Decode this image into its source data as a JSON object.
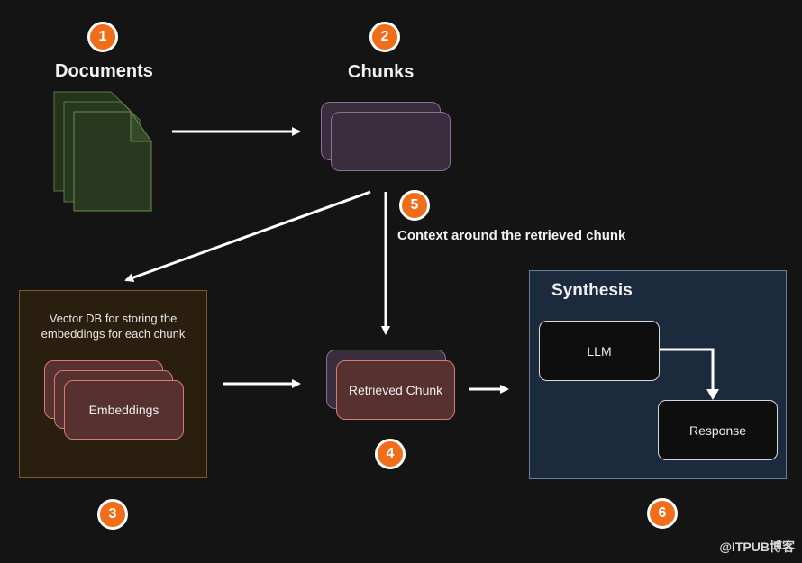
{
  "steps": {
    "documents": {
      "number": "1",
      "title": "Documents"
    },
    "chunks": {
      "number": "2",
      "title": "Chunks"
    },
    "vector_db": {
      "number": "3",
      "description": "Vector DB for storing the embeddings for each chunk",
      "line1": "Vector DB for storing the",
      "line2": "embeddings for each chunk",
      "node_label": "Embeddings"
    },
    "retrieved": {
      "number": "4",
      "node_label": "Retrieved Chunk"
    },
    "context": {
      "number": "5",
      "label": "Context around the retrieved chunk"
    },
    "synthesis": {
      "number": "6",
      "title": "Synthesis",
      "llm_label": "LLM",
      "response_label": "Response"
    }
  },
  "watermark": "@ITPUB博客",
  "colors": {
    "badge": "#f06d1a",
    "background": "#141414",
    "documents": "#2a3d22",
    "chunks": "#3a2d3e",
    "embeddings": "#573030",
    "vector_db": "#2a1f0e",
    "synthesis": "#1c2a3e"
  }
}
